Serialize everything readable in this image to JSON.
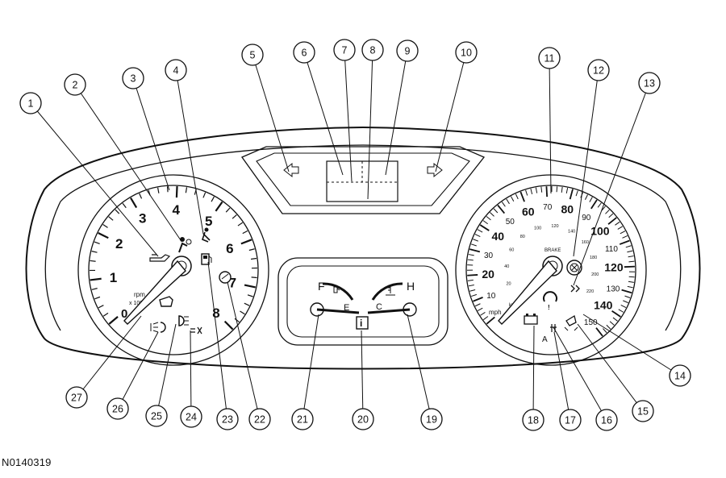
{
  "figure_id": "N0140319",
  "callouts": [
    "1",
    "2",
    "3",
    "4",
    "5",
    "6",
    "7",
    "8",
    "9",
    "10",
    "11",
    "12",
    "13",
    "14",
    "15",
    "16",
    "17",
    "18",
    "19",
    "20",
    "21",
    "22",
    "23",
    "24",
    "25",
    "26",
    "27"
  ],
  "tachometer": {
    "numbers": [
      "1",
      "2",
      "3",
      "4",
      "5",
      "6",
      "7",
      "8"
    ],
    "zero_partial": "0",
    "unit_label": "rpm",
    "unit_multiplier": "x 1000"
  },
  "speedometer": {
    "mph_numbers": [
      "10",
      "20",
      "30",
      "40",
      "50",
      "60",
      "70",
      "80",
      "90",
      "100",
      "110",
      "120",
      "130",
      "140",
      "150"
    ],
    "kmh_numbers": [
      "20",
      "40",
      "60",
      "80",
      "100",
      "120",
      "140",
      "160",
      "180",
      "200",
      "220"
    ],
    "mph_label": "mph",
    "kmh_label": "km/h",
    "brake_label": "BRAKE"
  },
  "fuel_gauge": {
    "full": "F",
    "empty": "E"
  },
  "temp_gauge": {
    "hot": "H",
    "cold": "C"
  },
  "info_icon": "i",
  "auto_label": "A"
}
